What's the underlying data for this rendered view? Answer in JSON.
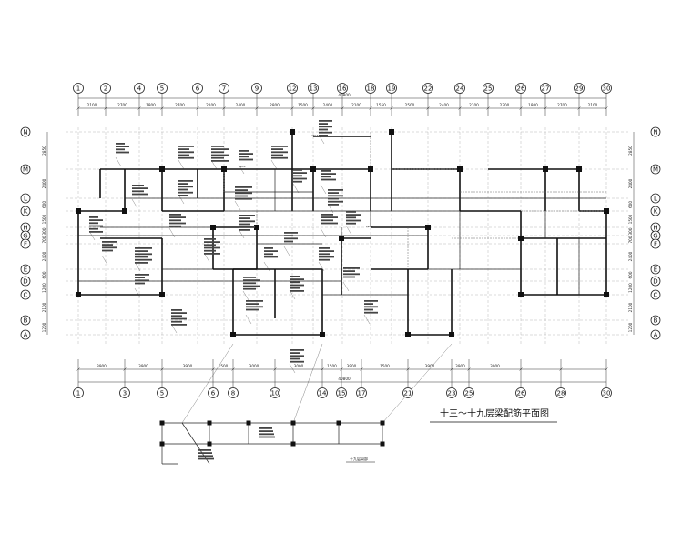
{
  "title": "十三～十九层梁配筋平面图",
  "detail_label": "十九层局部",
  "top_axes": [
    "1",
    "2",
    "4",
    "5",
    "6",
    "7",
    "9",
    "12",
    "13",
    "16",
    "18",
    "19",
    "22",
    "24",
    "25",
    "26",
    "27",
    "29",
    "30"
  ],
  "bottom_axes": [
    "1",
    "3",
    "5",
    "6",
    "8",
    "10",
    "14",
    "15",
    "17",
    "21",
    "23",
    "25",
    "26",
    "28",
    "30"
  ],
  "left_axes": [
    "N",
    "M",
    "L",
    "K",
    "H",
    "G",
    "F",
    "E",
    "D",
    "C",
    "B",
    "A"
  ],
  "top_dims": [
    "2100",
    "2700",
    "1800",
    "2700",
    "2100",
    "2400",
    "2800",
    "1500",
    "2400",
    "2100",
    "1550",
    "2500",
    "2400",
    "2100",
    "2700",
    "1800",
    "2700",
    "2100"
  ],
  "top_total": "40800",
  "bottom_dims": [
    "3900",
    "3900",
    "3900",
    "1500",
    "3000",
    "3000",
    "1500",
    "3900",
    "1500",
    "3900",
    "3900",
    "3900"
  ],
  "bottom_total": "40800",
  "left_dims": [
    "2850",
    "2400",
    "600",
    "1500",
    "300",
    "700",
    "2400",
    "600",
    "1200",
    "2100",
    "1200"
  ],
  "top_labels": [
    "4Φ16",
    "2Φ14",
    "2Φ14"
  ]
}
